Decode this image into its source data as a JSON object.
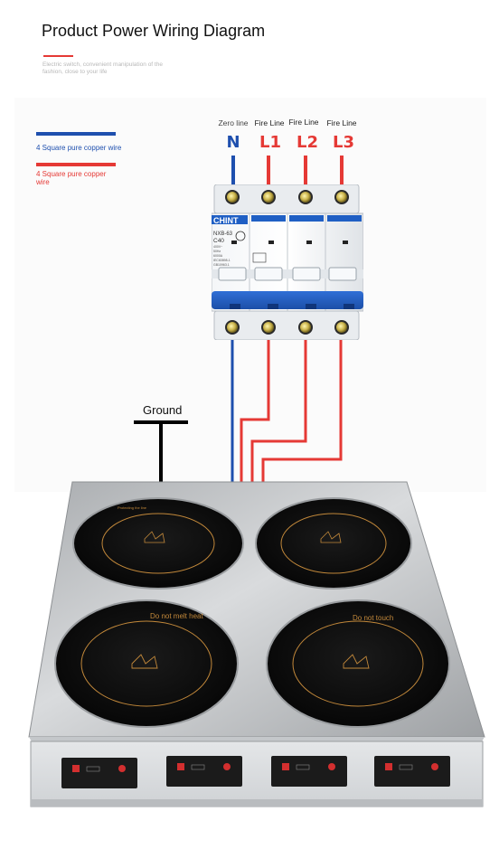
{
  "title": "Product Power Wiring Diagram",
  "subtitle": "Electric switch, convenient manipulation of the fashion, close to your life",
  "legend": [
    {
      "label": "4 Square pure copper wire",
      "color": "#1e4fae"
    },
    {
      "label": "4 Square pure copper wire",
      "color": "#e53935"
    }
  ],
  "terminals": [
    {
      "name": "Zero line",
      "code": "N",
      "color": "#1e4fae"
    },
    {
      "name": "Fire Line",
      "code": "L1",
      "color": "#e53935"
    },
    {
      "name": "Fire Line",
      "code": "L2",
      "color": "#e53935"
    },
    {
      "name": "Fire Line",
      "code": "L3",
      "color": "#e53935"
    }
  ],
  "breaker": {
    "brand": "CHINT",
    "model": "NXB-63",
    "rating": "C40",
    "specs": [
      "400V~",
      "50Hz",
      "6000A",
      "IEC60898-1",
      "GB10963.1"
    ]
  },
  "ground_label": "Ground",
  "cooktop": {
    "burner_labels": [
      "Protecting the line",
      "Do not melt heat",
      "Do not touch"
    ],
    "control_panels": 4
  }
}
